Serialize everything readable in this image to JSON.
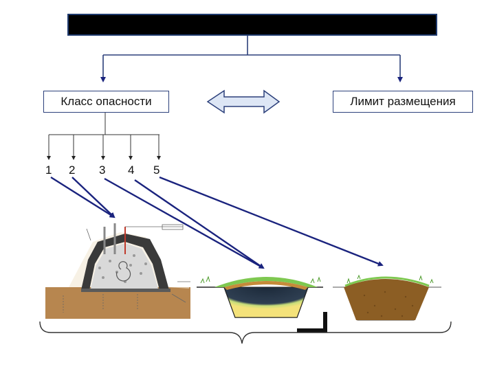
{
  "diagram": {
    "top_box_text": "",
    "left_box": "Класс опасности",
    "right_box": "Лимит размещения",
    "classes": [
      "1",
      "2",
      "3",
      "4",
      "5"
    ]
  },
  "colors": {
    "arrow": "#1a237e",
    "box_border": "#2b3f7a",
    "double_arrow_fill": "#dde6f5",
    "soil": "#b7864f",
    "waste": "#d9d9d9",
    "embankment": "#3a3a3a",
    "grass": "#7ec850"
  }
}
